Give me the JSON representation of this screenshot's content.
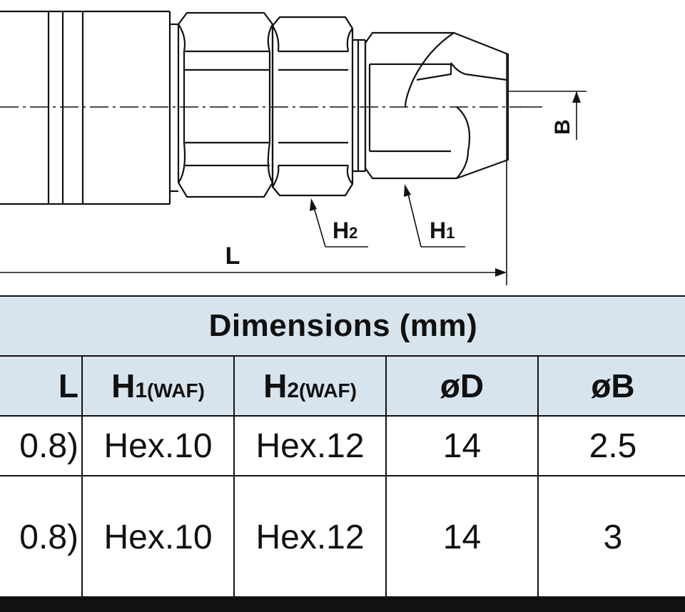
{
  "diagram": {
    "label_b": "B",
    "label_h2": "H2",
    "label_h1": "H1",
    "label_l": "L"
  },
  "table": {
    "title": "Dimensions (mm)",
    "headers": [
      {
        "main": "L",
        "sub": ""
      },
      {
        "main": "H",
        "num": "1",
        "sub": "(WAF)"
      },
      {
        "main": "H",
        "num": "2",
        "sub": "(WAF)"
      },
      {
        "main": "øD",
        "sub": ""
      },
      {
        "main": "øB",
        "sub": ""
      }
    ],
    "rows": [
      [
        "0.8)",
        "Hex.10",
        "Hex.12",
        "14",
        "2.5"
      ],
      [
        "0.8)",
        "Hex.10",
        "Hex.12",
        "14",
        "3"
      ]
    ]
  }
}
